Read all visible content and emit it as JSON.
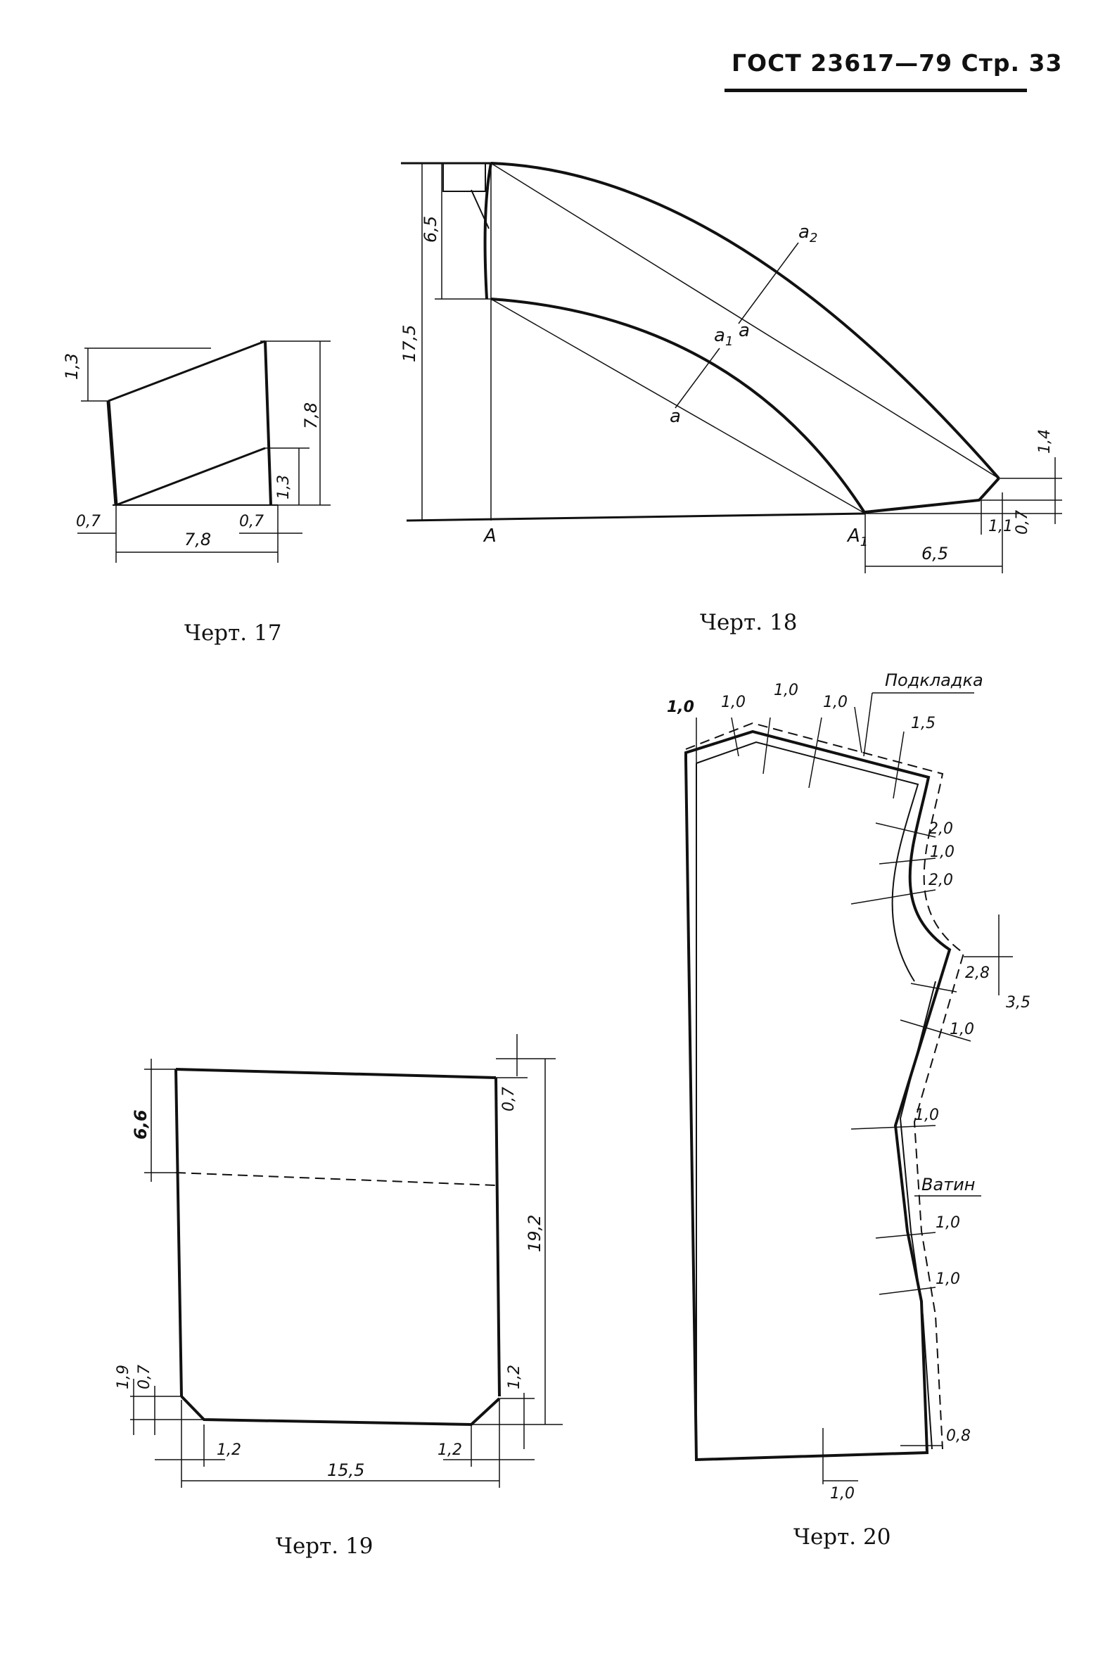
{
  "header": {
    "text": "ГОСТ 23617—79 Стр. 33"
  },
  "figures": {
    "f17": {
      "caption": "Черт. 17",
      "dims": [
        "1,3",
        "7,8",
        "1,3",
        "0,7",
        "7,8",
        "0,7"
      ]
    },
    "f18": {
      "caption": "Черт. 18",
      "dims": [
        "6,5",
        "17,5",
        "1,4",
        "0,7",
        "1,1",
        "6,5"
      ],
      "points": {
        "a2": "a",
        "a2sub": "2",
        "a1": "a",
        "a1sub": "1",
        "a_mid": "a",
        "a_low": "a",
        "A": "A",
        "A1": "A",
        "A1sub": "1"
      }
    },
    "f19": {
      "caption": "Черт. 19",
      "dims": [
        "6,6",
        "0,7",
        "19,2",
        "1,9",
        "0,7",
        "1,2",
        "1,2",
        "1,2",
        "15,5"
      ]
    },
    "f20": {
      "caption": "Черт. 20",
      "labels": {
        "lining": "Подкладка",
        "batting": "Ватин"
      },
      "dims": [
        "1,0",
        "1,0",
        "1,0",
        "1,0",
        "1,5",
        "2,0",
        "1,0",
        "2,0",
        "2,8",
        "3,5",
        "1,0",
        "1,0",
        "1,0",
        "1,0",
        "0,8",
        "1,0"
      ]
    }
  }
}
